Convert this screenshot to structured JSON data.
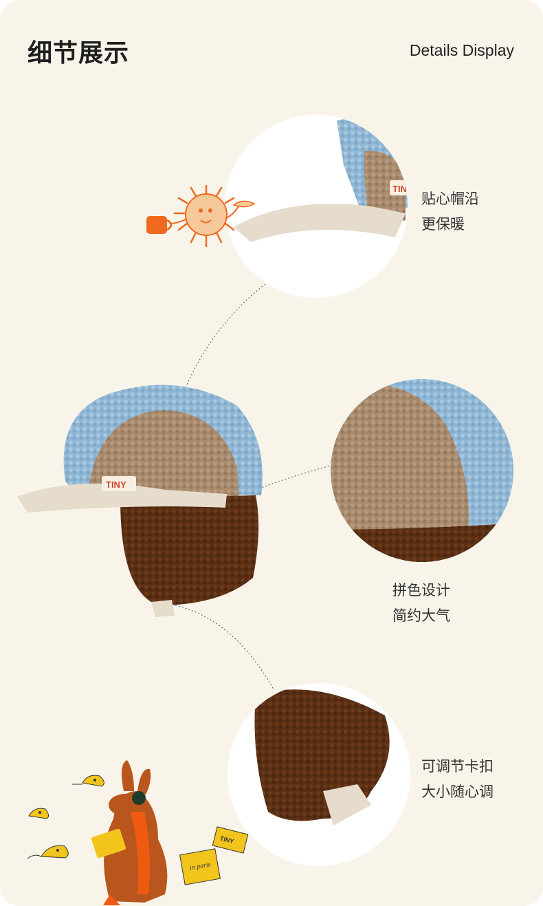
{
  "header": {
    "title_cn": "细节展示",
    "title_en": "Details Display"
  },
  "details": [
    {
      "line1": "贴心帽沿",
      "line2": "更保暖"
    },
    {
      "line1": "拼色设计",
      "line2": "简约大气"
    },
    {
      "line1": "可调节卡扣",
      "line2": "大小随心调"
    }
  ],
  "product": {
    "label": "TINY"
  },
  "decor": {
    "book_title": "in paris",
    "book_label": "TINY"
  },
  "colors": {
    "background": "#f8f4ea",
    "blue_fleece": "#8fb6d4",
    "tan_fleece": "#a88a6d",
    "brown_fleece": "#5a2f14",
    "brim": "#e6dccb",
    "accent_orange": "#ef6a1f",
    "accent_yellow": "#f2c51c"
  }
}
